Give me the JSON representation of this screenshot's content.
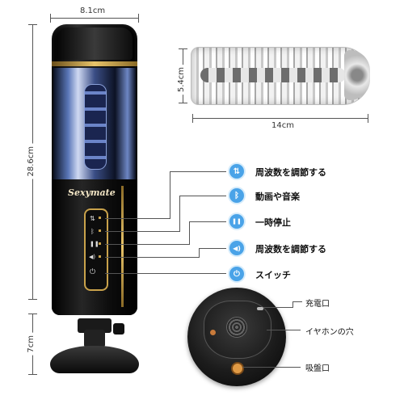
{
  "dimensions": {
    "width": "8.1cm",
    "height": "28.6cm",
    "base": "7cm",
    "sleeve_length": "14cm",
    "sleeve_diameter": "5.4cm"
  },
  "brand": "Sexymate",
  "features": [
    {
      "icon": "frequency-adjust-icon",
      "label": "周波数を調節する",
      "glyph": "⇅"
    },
    {
      "icon": "bluetooth-icon",
      "label": "動画や音楽",
      "glyph": "ᛒ"
    },
    {
      "icon": "pause-icon",
      "label": "一時停止",
      "glyph": "❚❚"
    },
    {
      "icon": "volume-adjust-icon",
      "label": "周波数を調節する",
      "glyph": "◀)"
    },
    {
      "icon": "power-icon",
      "label": "スイッチ",
      "glyph": "⏻"
    }
  ],
  "ports": [
    {
      "label": "充電口"
    },
    {
      "label": "イヤホンの穴"
    },
    {
      "label": "吸盤口"
    }
  ],
  "colors": {
    "accent": "#4aa3e8",
    "device_body": "#121212",
    "gold": "#c9a24b"
  }
}
